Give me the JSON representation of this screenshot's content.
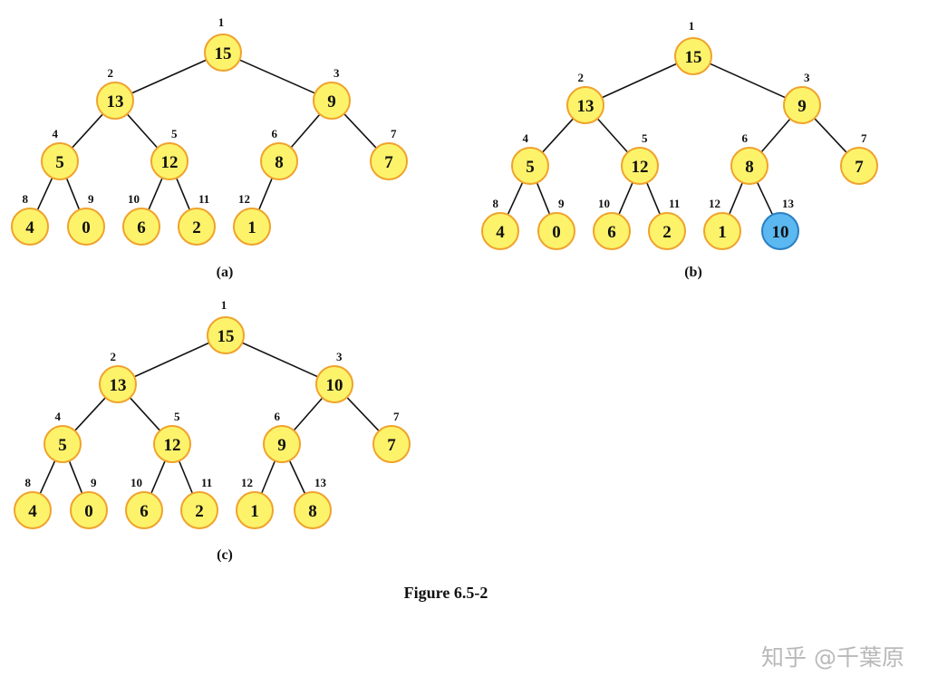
{
  "figure_title": "Figure 6.5-2",
  "watermark": "知乎 @千葉原",
  "colors": {
    "node_fill": "#fdf36b",
    "node_stroke": "#f0a22c",
    "highlight_fill": "#5bb8f0",
    "highlight_stroke": "#2a7fc4",
    "edge": "#111111"
  },
  "trees": [
    {
      "caption": "(a)",
      "nodes": [
        {
          "index": 1,
          "value": 15
        },
        {
          "index": 2,
          "value": 13
        },
        {
          "index": 3,
          "value": 9
        },
        {
          "index": 4,
          "value": 5
        },
        {
          "index": 5,
          "value": 12
        },
        {
          "index": 6,
          "value": 8
        },
        {
          "index": 7,
          "value": 7
        },
        {
          "index": 8,
          "value": 4
        },
        {
          "index": 9,
          "value": 0
        },
        {
          "index": 10,
          "value": 6
        },
        {
          "index": 11,
          "value": 2
        },
        {
          "index": 12,
          "value": 1
        }
      ]
    },
    {
      "caption": "(b)",
      "nodes": [
        {
          "index": 1,
          "value": 15
        },
        {
          "index": 2,
          "value": 13
        },
        {
          "index": 3,
          "value": 9
        },
        {
          "index": 4,
          "value": 5
        },
        {
          "index": 5,
          "value": 12
        },
        {
          "index": 6,
          "value": 8
        },
        {
          "index": 7,
          "value": 7
        },
        {
          "index": 8,
          "value": 4
        },
        {
          "index": 9,
          "value": 0
        },
        {
          "index": 10,
          "value": 6
        },
        {
          "index": 11,
          "value": 2
        },
        {
          "index": 12,
          "value": 1
        },
        {
          "index": 13,
          "value": 10,
          "highlight": true
        }
      ]
    },
    {
      "caption": "(c)",
      "nodes": [
        {
          "index": 1,
          "value": 15
        },
        {
          "index": 2,
          "value": 13
        },
        {
          "index": 3,
          "value": 10
        },
        {
          "index": 4,
          "value": 5
        },
        {
          "index": 5,
          "value": 12
        },
        {
          "index": 6,
          "value": 9
        },
        {
          "index": 7,
          "value": 7
        },
        {
          "index": 8,
          "value": 4
        },
        {
          "index": 9,
          "value": 0
        },
        {
          "index": 10,
          "value": 6
        },
        {
          "index": 11,
          "value": 2
        },
        {
          "index": 12,
          "value": 1
        },
        {
          "index": 13,
          "value": 8
        }
      ]
    }
  ]
}
